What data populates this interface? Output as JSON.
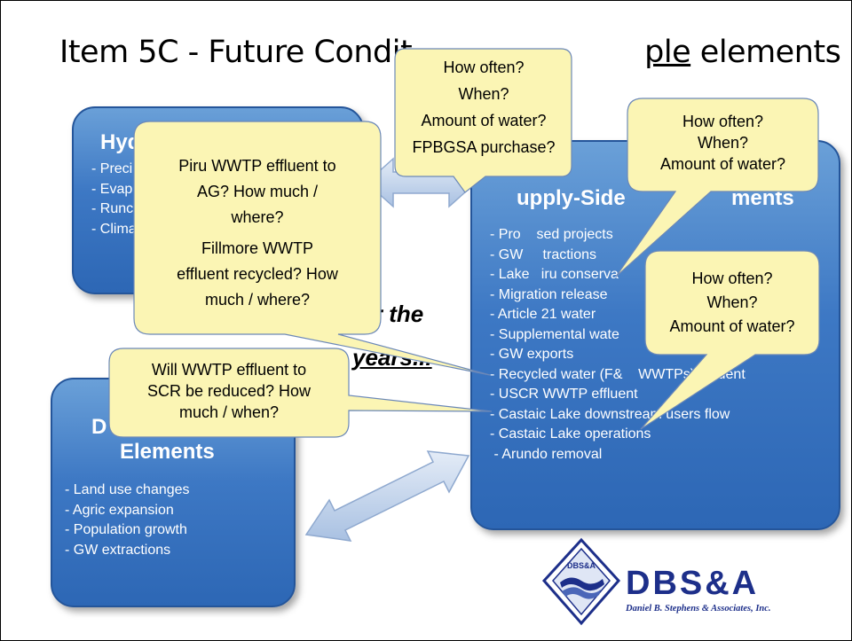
{
  "title": {
    "prefix": "Item 5C - Future Condit",
    "mid": "ple",
    "suffix": " elements"
  },
  "hydro_box": {
    "heading": "Hyd",
    "items": [
      "- Preci",
      "- Evap",
      "- Runc",
      "- Clima"
    ]
  },
  "supply_box": {
    "heading": "upply-Side",
    "heading_end": "ments",
    "items": [
      "- Pro    sed projects",
      "- GW     tractions",
      "- Lake   iru conserva",
      "- Migration release",
      "- Article 21 water",
      "- Supplemental wate",
      "- GW exports",
      "- Recycled water (F&    WWTPs) effluent",
      "- USCR WWTP effluent",
      "- Castaic Lake downstream users flow",
      "- Castaic Lake operations",
      " - Arundo removal"
    ]
  },
  "demand_box": {
    "heading1": "D",
    "heading2": "Elements",
    "items": [
      "- Land use changes",
      "- Agric expansion",
      "- Population growth",
      "- GW extractions"
    ]
  },
  "center_text": {
    "line1": "or the",
    "line2": "years..."
  },
  "bubbles": {
    "piru": [
      "Piru WWTP effluent to",
      "AG? How much /",
      "where?",
      "Fillmore WWTP",
      "effluent recycled? How",
      "much / where?"
    ],
    "top": [
      "How often?",
      "When?",
      "Amount of water?",
      "FPBGSA purchase?"
    ],
    "right_top": [
      "How often?",
      "When?",
      "Amount of water?"
    ],
    "right_mid": [
      "How often?",
      "When?",
      "Amount of water?"
    ],
    "scr": [
      "Will WWTP effluent to",
      "SCR be reduced? How",
      "much / when?"
    ]
  },
  "logo": {
    "name": "DBS&A",
    "subtitle": "Daniel B. Stephens & Associates, Inc.",
    "seal_text": "DBS&A",
    "color": "#1d2f8a"
  }
}
